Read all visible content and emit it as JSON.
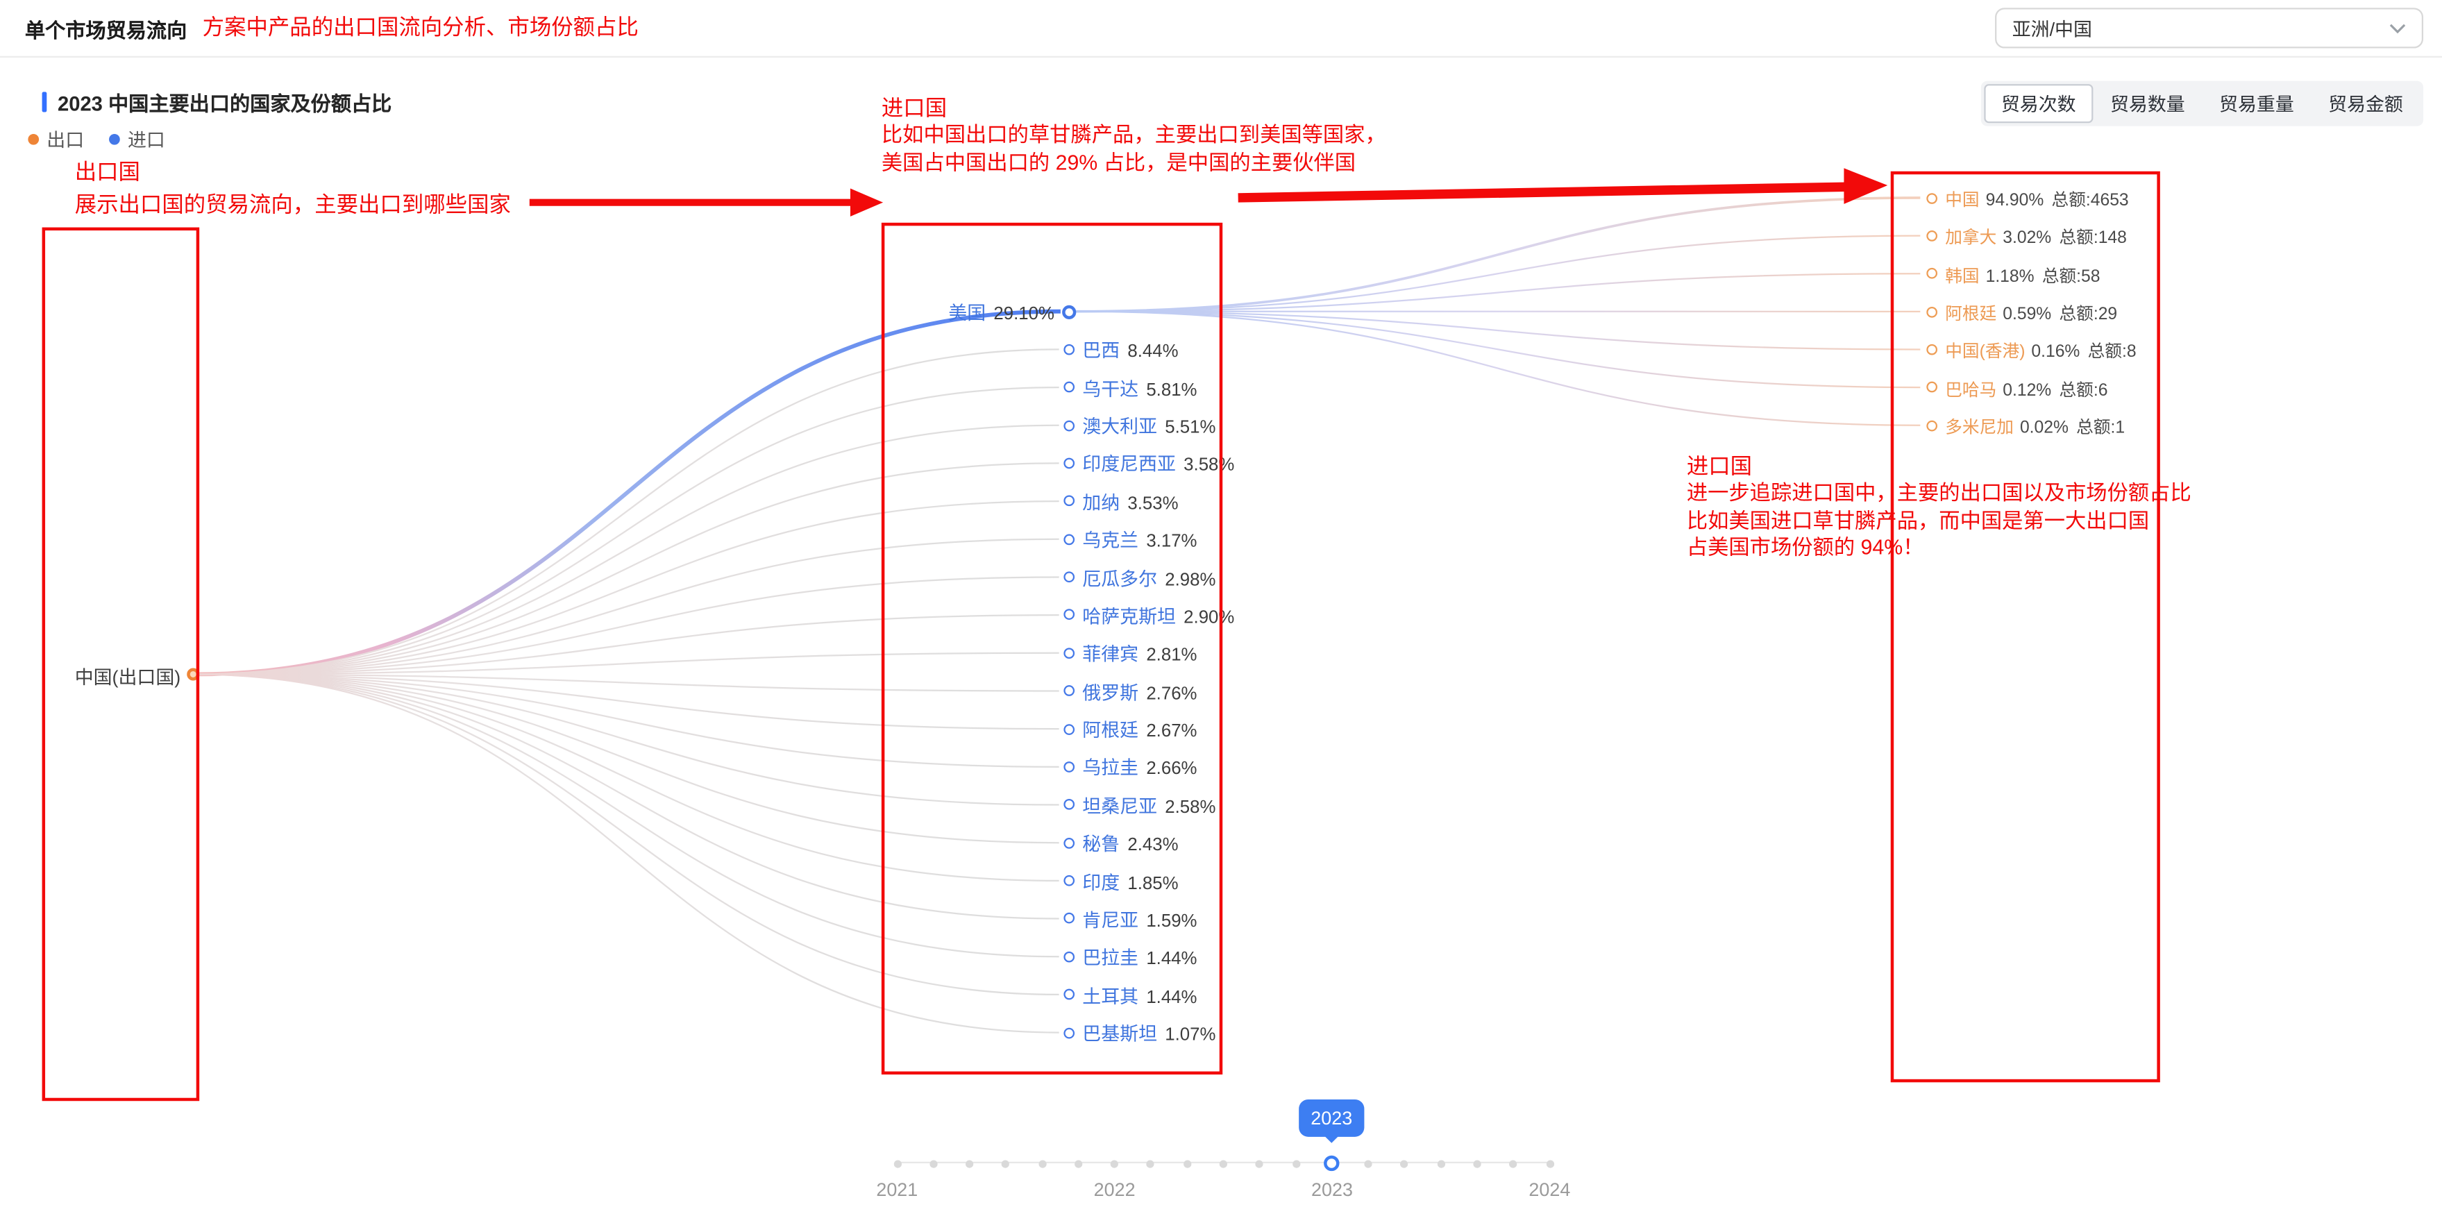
{
  "topbar": {
    "title": "单个市场贸易流向",
    "annotation": "方案中产品的出口国流向分析、市场份额占比",
    "region_select": {
      "value": "亚洲/中国"
    }
  },
  "chart_header": {
    "title": "2023 中国主要出口的国家及份额占比",
    "legend": [
      {
        "label": "出口",
        "color": "#EE8436"
      },
      {
        "label": "进口",
        "color": "#4478E8"
      }
    ],
    "tabs": [
      {
        "label": "贸易次数",
        "active": true
      },
      {
        "label": "贸易数量",
        "active": false
      },
      {
        "label": "贸易重量",
        "active": false
      },
      {
        "label": "贸易金额",
        "active": false
      }
    ]
  },
  "chart_data": {
    "type": "flow",
    "title": "2023 中国主要出口的国家及份额占比",
    "exporter": {
      "label": "中国(出口国)"
    },
    "export_destinations": [
      {
        "name": "美国",
        "pct": "29.10%",
        "highlight": true
      },
      {
        "name": "巴西",
        "pct": "8.44%"
      },
      {
        "name": "乌干达",
        "pct": "5.81%"
      },
      {
        "name": "澳大利亚",
        "pct": "5.51%"
      },
      {
        "name": "印度尼西亚",
        "pct": "3.58%"
      },
      {
        "name": "加纳",
        "pct": "3.53%"
      },
      {
        "name": "乌克兰",
        "pct": "3.17%"
      },
      {
        "name": "厄瓜多尔",
        "pct": "2.98%"
      },
      {
        "name": "哈萨克斯坦",
        "pct": "2.90%"
      },
      {
        "name": "菲律宾",
        "pct": "2.81%"
      },
      {
        "name": "俄罗斯",
        "pct": "2.76%"
      },
      {
        "name": "阿根廷",
        "pct": "2.67%"
      },
      {
        "name": "乌拉圭",
        "pct": "2.66%"
      },
      {
        "name": "坦桑尼亚",
        "pct": "2.58%"
      },
      {
        "name": "秘鲁",
        "pct": "2.43%"
      },
      {
        "name": "印度",
        "pct": "1.85%"
      },
      {
        "name": "肯尼亚",
        "pct": "1.59%"
      },
      {
        "name": "巴拉圭",
        "pct": "1.44%"
      },
      {
        "name": "土耳其",
        "pct": "1.44%"
      },
      {
        "name": "巴基斯坦",
        "pct": "1.07%"
      }
    ],
    "importer_focus": {
      "name": "美国",
      "sources": [
        {
          "name": "中国",
          "pct": "94.90%",
          "total": "总额:4653"
        },
        {
          "name": "加拿大",
          "pct": "3.02%",
          "total": "总额:148"
        },
        {
          "name": "韩国",
          "pct": "1.18%",
          "total": "总额:58"
        },
        {
          "name": "阿根廷",
          "pct": "0.59%",
          "total": "总额:29"
        },
        {
          "name": "中国(香港)",
          "pct": "0.16%",
          "total": "总额:8"
        },
        {
          "name": "巴哈马",
          "pct": "0.12%",
          "total": "总额:6"
        },
        {
          "name": "多米尼加",
          "pct": "0.02%",
          "total": "总额:1"
        }
      ]
    }
  },
  "annotations": {
    "color": "#F20A0A",
    "left_note": {
      "title": "出口国",
      "line1": "展示出口国的贸易流向，主要出口到哪些国家"
    },
    "mid_note": {
      "title": "进口国",
      "line1": "比如中国出口的草甘膦产品，主要出口到美国等国家，",
      "line2": "美国占中国出口的 29% 占比，是中国的主要伙伴国"
    },
    "right_note": {
      "title": "进口国",
      "line1": "进一步追踪进口国中，主要的出口国以及市场份额占比",
      "line2": "比如美国进口草甘膦产品，而中国是第一大出口国",
      "line3": "占美国市场份额的 94%！"
    }
  },
  "timeline": {
    "years": [
      "2021",
      "2022",
      "2023",
      "2024"
    ],
    "selected_year": "2023",
    "tooltip": "2023"
  }
}
